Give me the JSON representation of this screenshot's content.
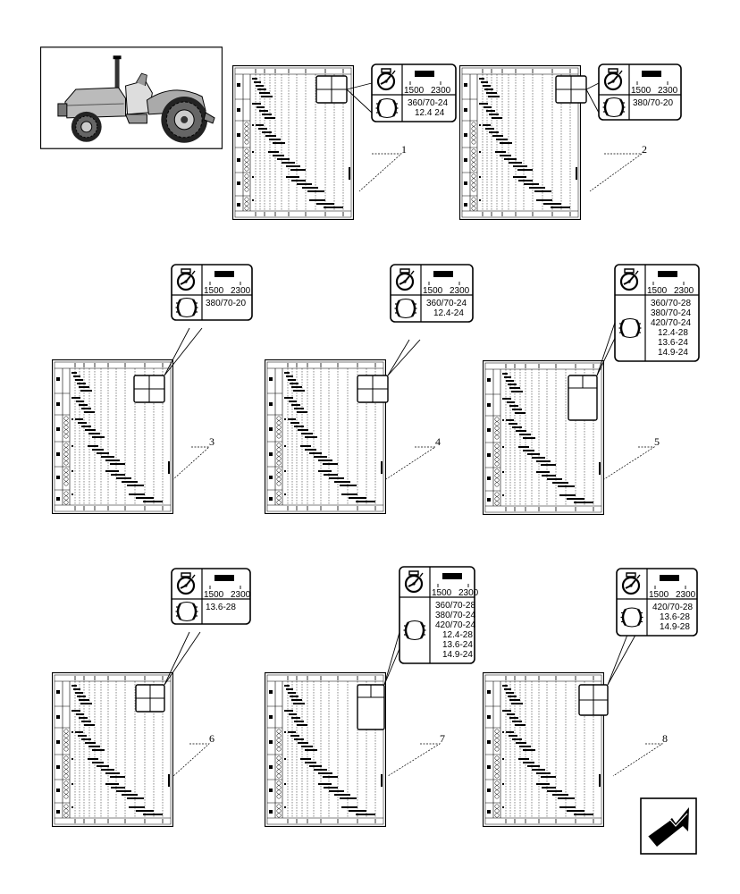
{
  "speed_labels": [
    "1500",
    "2300"
  ],
  "decals": [
    {
      "index": "1",
      "tyres": [
        "360/70-24",
        "12.4 24"
      ]
    },
    {
      "index": "2",
      "tyres": [
        "380/70-20"
      ]
    },
    {
      "index": "3",
      "tyres": [
        "380/70-20"
      ]
    },
    {
      "index": "4",
      "tyres": [
        "360/70-24",
        "12.4-24"
      ]
    },
    {
      "index": "5",
      "tyres": [
        "360/70-28",
        "380/70-24",
        "420/70-24",
        "12.4-28",
        "13.6-24",
        "14.9-24"
      ]
    },
    {
      "index": "6",
      "tyres": [
        "13.6-28"
      ]
    },
    {
      "index": "7",
      "tyres": [
        "360/70-28",
        "380/70-24",
        "420/70-24",
        "12.4-28",
        "13.6-24",
        "14.9-24"
      ]
    },
    {
      "index": "8",
      "tyres": [
        "420/70-28",
        "13.6-28",
        "14.9-28"
      ]
    }
  ],
  "icons": {
    "tractor": "tractor-thumbnail-icon",
    "gauge": "engine-speed-icon",
    "tyre": "tyre-icon",
    "nav": "next-page-arrow-icon"
  }
}
